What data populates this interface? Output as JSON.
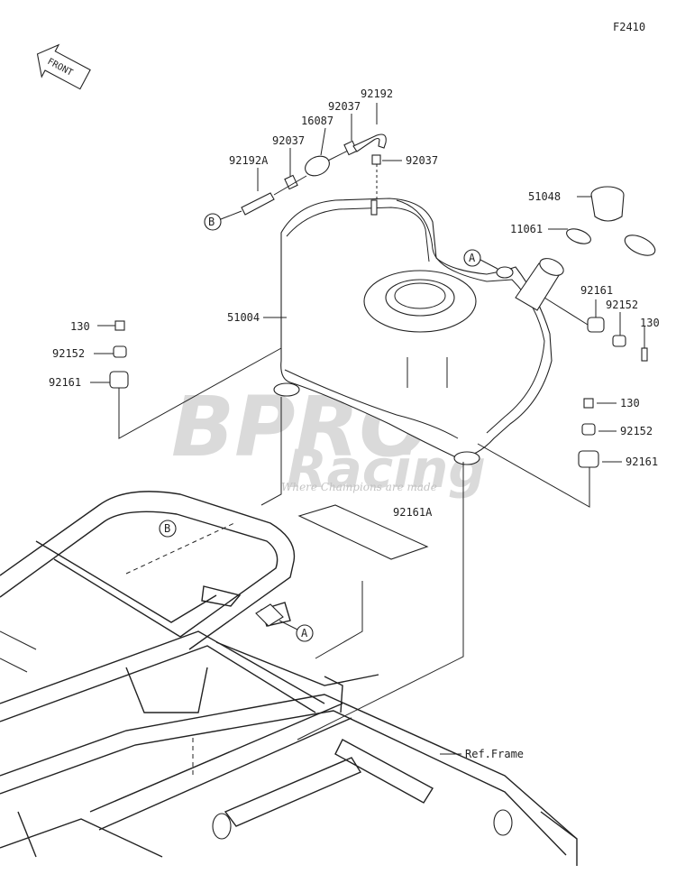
{
  "diagram": {
    "figure_code": "F2410",
    "front_label": "FRONT",
    "ref_label": "Ref.Frame",
    "callouts": {
      "a": "A",
      "b": "B"
    },
    "part_numbers": {
      "hose": "92192",
      "clamp_upper": "92037",
      "filter": "16087",
      "clamp_lower": "92037",
      "hose_a": "92192A",
      "clamp_right": "92037",
      "cap": "51048",
      "gasket": "11061",
      "tank": "51004",
      "grommet_right": "92161",
      "collar_right": "92152",
      "bolt_right": "130",
      "bolt_left": "130",
      "collar_left": "92152",
      "grommet_left": "92161",
      "bolt_lower_right": "130",
      "collar_lower_right": "92152",
      "grommet_lower_right": "92161",
      "pad": "92161A"
    }
  },
  "watermark": {
    "brand_top": "BPRO",
    "brand_bottom": "Racing",
    "tagline": "Where Champions are made"
  }
}
